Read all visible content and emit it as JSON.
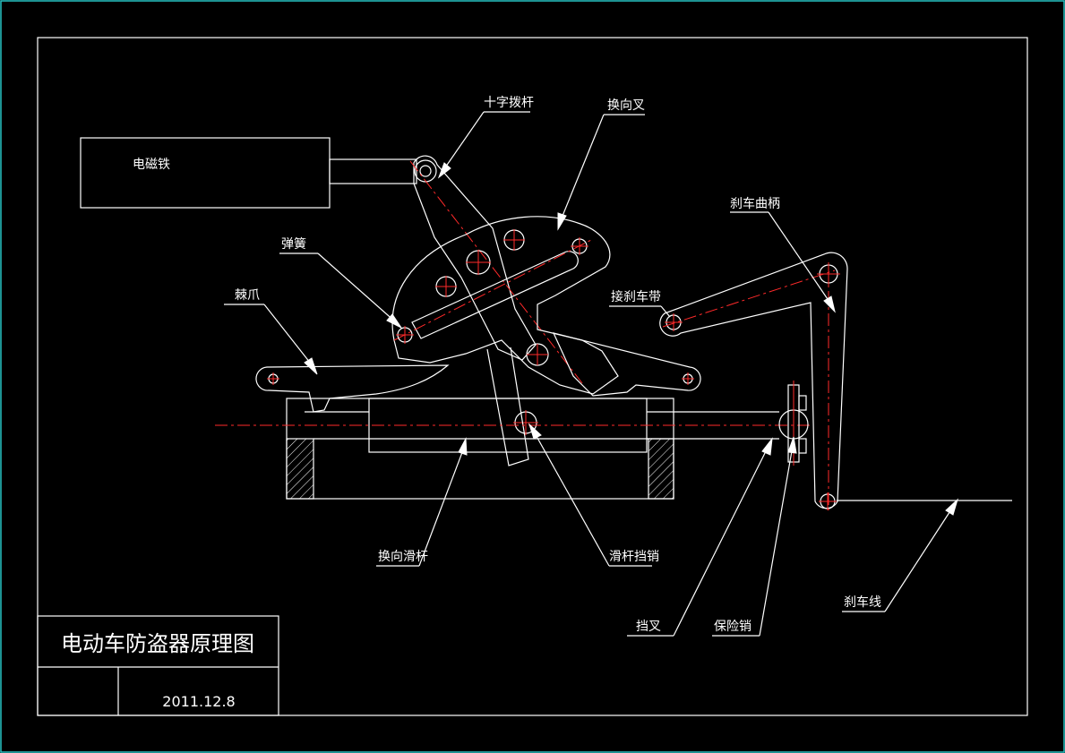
{
  "drawing": {
    "title": "电动车防盗器原理图",
    "date": "2011.12.8"
  },
  "labels": {
    "electromagnet": "电磁铁",
    "cross_lever": "十字拨杆",
    "reversing_fork": "换向叉",
    "brake_crank": "刹车曲柄",
    "spring": "弹簧",
    "pawl": "棘爪",
    "brake_strap_joint": "接刹车带",
    "reversing_slide_bar": "换向滑杆",
    "slide_bar_stop_pin": "滑杆挡销",
    "stop_fork": "挡叉",
    "safety_pin": "保险销",
    "brake_cable": "刹车线"
  },
  "colors": {
    "background": "#000000",
    "lines": "#ffffff",
    "centerlines": "#ff2a2a",
    "outer_border": "#27c4c4"
  }
}
